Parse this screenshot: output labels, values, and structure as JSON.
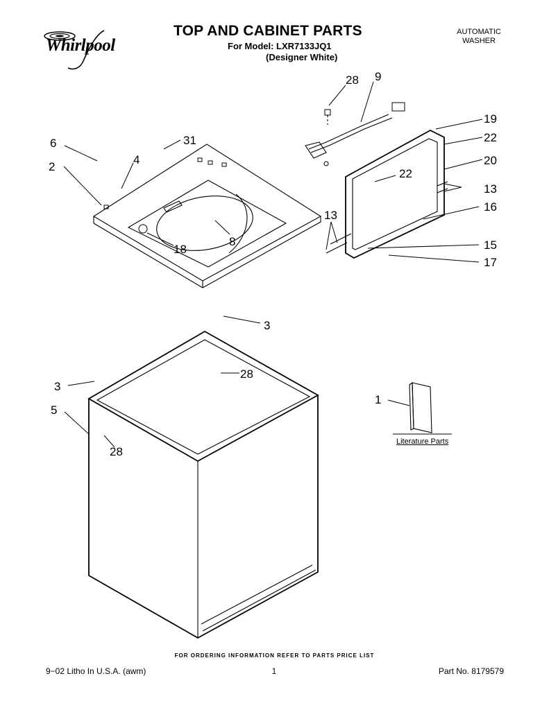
{
  "brand": "Whirlpool",
  "header": {
    "title": "TOP AND CABINET PARTS",
    "model_line": "For Model: LXR7133JQ1",
    "variant_line": "(Designer White)",
    "product_type": [
      "AUTOMATIC",
      "WASHER"
    ]
  },
  "callouts": [
    "28",
    "9",
    "19",
    "22",
    "6",
    "31",
    "4",
    "2",
    "20",
    "22",
    "13",
    "16",
    "13",
    "8",
    "18",
    "15",
    "17",
    "3",
    "28",
    "3",
    "5",
    "28",
    "1"
  ],
  "literature_label": "Literature Parts",
  "footer": {
    "note": "FOR ORDERING INFORMATION REFER TO PARTS PRICE LIST",
    "left": "9−02 Litho In U.S.A. (awm)",
    "page": "1",
    "part_no": "Part No. 8179579"
  }
}
